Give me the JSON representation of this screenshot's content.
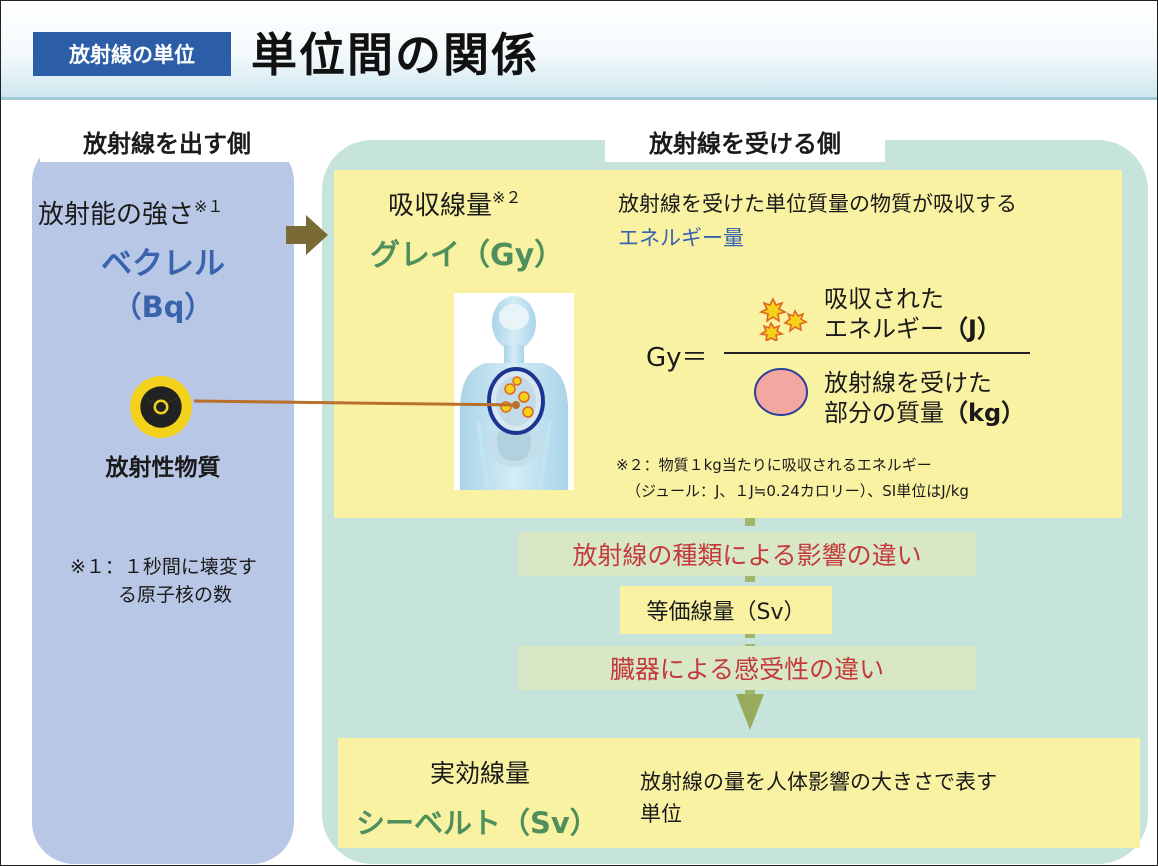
{
  "header": {
    "tag": "放射線の単位",
    "title": "単位間の関係"
  },
  "left": {
    "heading": "放射線を出す側",
    "activity_label": "放射能の強さ",
    "activity_note_mark": "※１",
    "unit_name": "ベクレル",
    "unit_symbol": "（Bq）",
    "source_label": "放射性物質",
    "footnote_line1": "※１：１秒間に壊変す",
    "footnote_line2": "る原子核の数"
  },
  "right": {
    "heading": "放射線を受ける側",
    "absorbed_label": "吸収線量",
    "absorbed_note_mark": "※２",
    "gray_unit": "グレイ（Gy）",
    "desc_line1": "放射線を受けた単位質量の物質が吸収する",
    "desc_line2": "エネルギー量",
    "formula": {
      "lhs": "Gy＝",
      "num_line1": "吸収された",
      "num_line2": "エネルギー",
      "num_unit": "（J）",
      "den_line1": "放射線を受けた",
      "den_line2": "部分の質量",
      "den_unit": "（kg）"
    },
    "footnote_line1": "※２：物質１kg当たりに吸収されるエネルギー",
    "footnote_line2": "（ジュール：J、１J≒0.24カロリー）、SI単位はJ/kg",
    "step1": "放射線の種類による影響の違い",
    "equivalent": "等価線量（Sv）",
    "step2": "臓器による感受性の違い",
    "effective_label": "実効線量",
    "sievert_unit": "シーベルト（Sv）",
    "effective_desc_line1": "放射線の量を人体影響の大きさで表す",
    "effective_desc_line2": "単位"
  },
  "colors": {
    "tag_blue": "#2c5ea8",
    "left_panel": "#b9c7e6",
    "right_panel": "#c6e4dc",
    "yellow_box": "#f8f2a2",
    "note_green": "#d8e8c6",
    "note_red": "#c43a3a",
    "unit_blue": "#3a63ad",
    "unit_green": "#4e8f5c",
    "arrow": "#7a6a35"
  }
}
